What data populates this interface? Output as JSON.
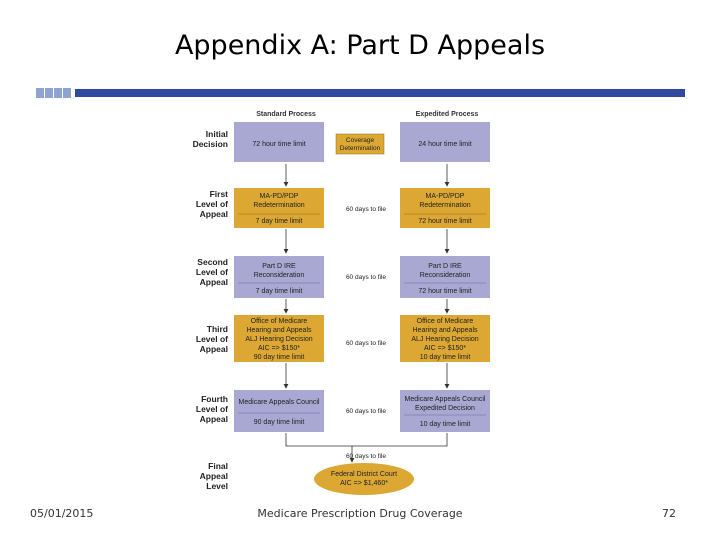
{
  "slide": {
    "title": "Appendix A: Part D Appeals",
    "footer_date": "05/01/2015",
    "footer_center": "Medicare Prescription Drug Coverage",
    "footer_page": "72"
  },
  "colors": {
    "purple": "#a8a8d2",
    "gold": "#dca833",
    "rule_blue": "#2e4a9e"
  },
  "diagram": {
    "headers": {
      "standard": "Standard Process",
      "expedited": "Expedited Process"
    },
    "levels": [
      [
        "Initial",
        "Decision"
      ],
      [
        "First",
        "Level of",
        "Appeal"
      ],
      [
        "Second",
        "Level of",
        "Appeal"
      ],
      [
        "Third",
        "Level of",
        "Appeal"
      ],
      [
        "Fourth",
        "Level of",
        "Appeal"
      ],
      [
        "Final",
        "Appeal",
        "Level"
      ]
    ],
    "coverage_determination": [
      "Coverage",
      "Determination"
    ],
    "standard": {
      "initial": "72 hour time limit",
      "first": [
        "MA-PD/PDP",
        "Redetermination"
      ],
      "first_limit": "7 day time limit",
      "second": [
        "Part D IRE",
        "Reconsideration"
      ],
      "second_limit": "7 day time limit",
      "third": [
        "Office of Medicare",
        "Hearing and Appeals",
        "ALJ Hearing Decision",
        "AIC => $150*",
        "90 day time limit"
      ],
      "fourth": "Medicare Appeals Council",
      "fourth_limit": "90 day time limit"
    },
    "expedited": {
      "initial": "24 hour time limit",
      "first": [
        "MA-PD/PDP",
        "Redetermination"
      ],
      "first_limit": "72 hour time limit",
      "second": [
        "Part D IRE",
        "Reconsideration"
      ],
      "second_limit": "72 hour time limit",
      "third": [
        "Office of Medicare",
        "Hearing and Appeals",
        "ALJ Hearing Decision",
        "AIC => $150*",
        "10 day time limit"
      ],
      "fourth": [
        "Medicare Appeals Council",
        "Expedited Decision"
      ],
      "fourth_limit": "10 day time limit"
    },
    "days_to_file": [
      "60 days to file",
      "60 days to file",
      "60 days to file",
      "60 days to file",
      "60 days to file"
    ],
    "final_box": [
      "Federal District Court",
      "AIC => $1,460*"
    ]
  }
}
